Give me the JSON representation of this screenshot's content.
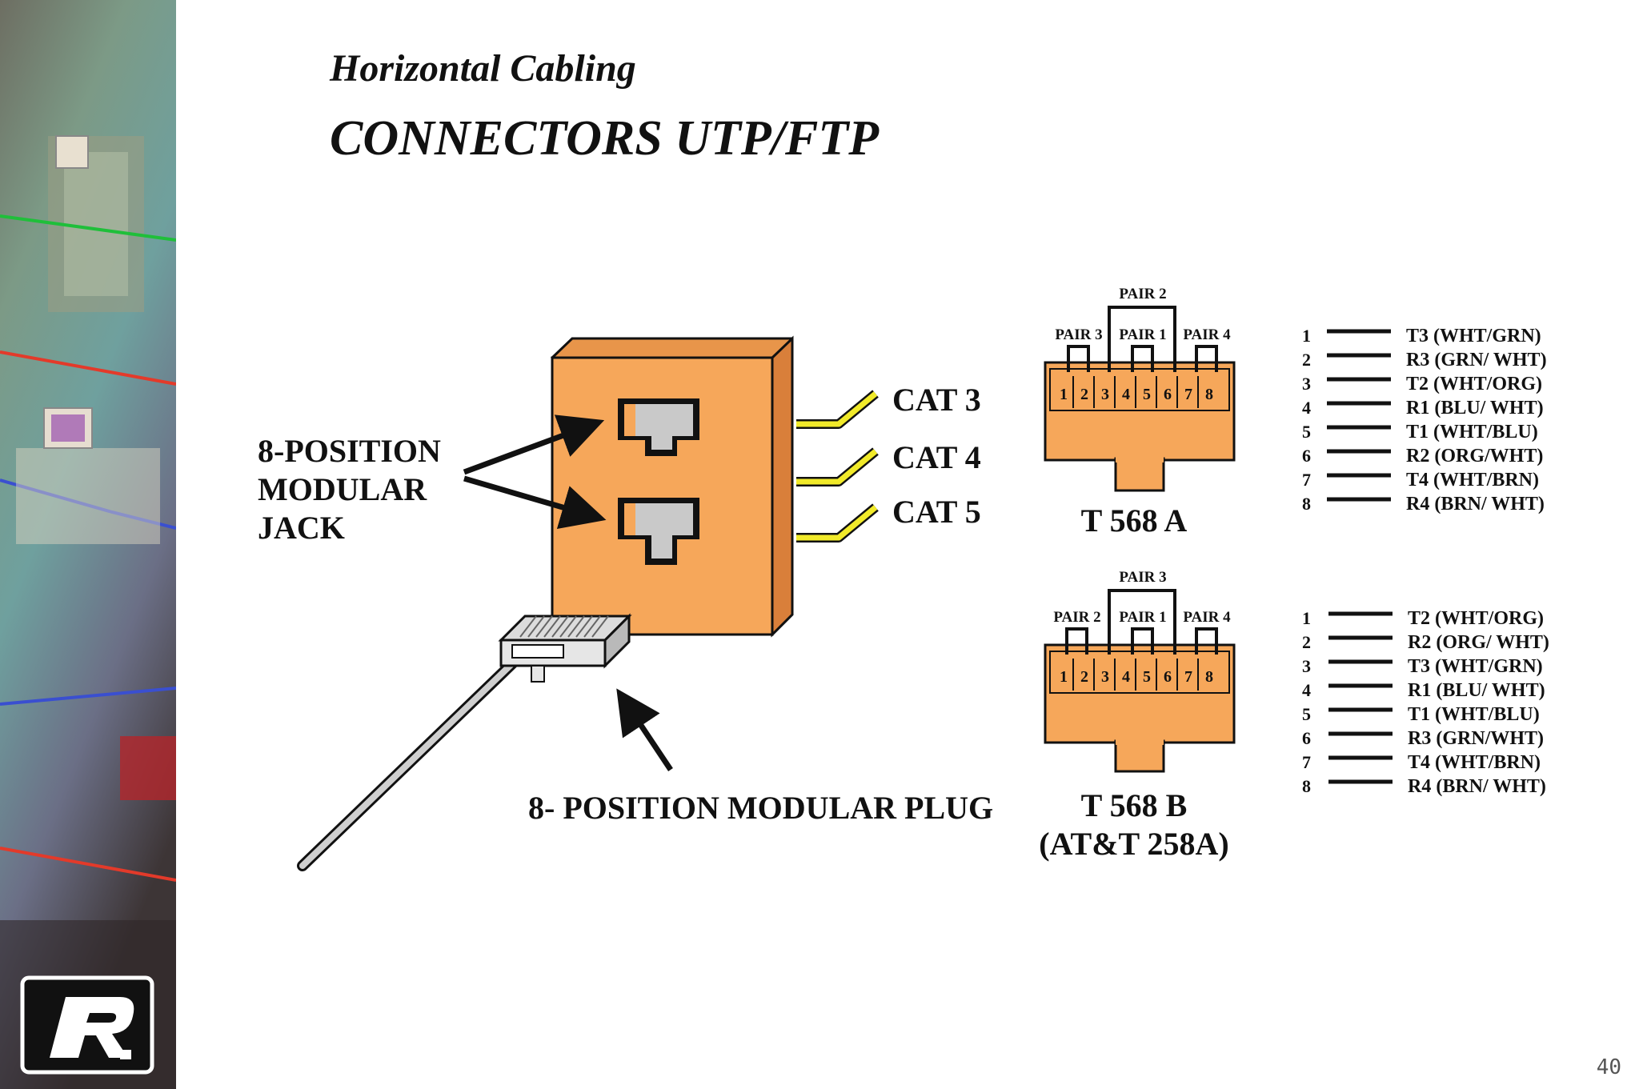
{
  "slide": {
    "subtitle": "Horizontal Cabling",
    "title": "CONNECTORS UTP/FTP",
    "page_number": "40"
  },
  "jack": {
    "label_lines": [
      "8-POSITION",
      "MODULAR",
      "JACK"
    ],
    "categories": [
      "CAT 3",
      "CAT 4",
      "CAT 5"
    ]
  },
  "plug": {
    "label": "8- POSITION MODULAR PLUG"
  },
  "t568a": {
    "name": "T 568 A",
    "pair_top": "PAIR 2",
    "pair_left": "PAIR 3",
    "pair_mid": "PAIR 1",
    "pair_right": "PAIR 4",
    "pins": [
      "1",
      "2",
      "3",
      "4",
      "5",
      "6",
      "7",
      "8"
    ],
    "wiring": [
      {
        "pin": "1",
        "signal": "T3 (WHT/GRN)"
      },
      {
        "pin": "2",
        "signal": "R3 (GRN/ WHT)"
      },
      {
        "pin": "3",
        "signal": "T2 (WHT/ORG)"
      },
      {
        "pin": "4",
        "signal": "R1 (BLU/ WHT)"
      },
      {
        "pin": "5",
        "signal": "T1 (WHT/BLU)"
      },
      {
        "pin": "6",
        "signal": "R2 (ORG/WHT)"
      },
      {
        "pin": "7",
        "signal": "T4 (WHT/BRN)"
      },
      {
        "pin": "8",
        "signal": "R4 (BRN/ WHT)"
      }
    ]
  },
  "t568b": {
    "name": "T 568 B",
    "alias": "(AT&T 258A)",
    "pair_top": "PAIR 3",
    "pair_left": "PAIR 2",
    "pair_mid": "PAIR 1",
    "pair_right": "PAIR 4",
    "pins": [
      "1",
      "2",
      "3",
      "4",
      "5",
      "6",
      "7",
      "8"
    ],
    "wiring": [
      {
        "pin": "1",
        "signal": "T2 (WHT/ORG)"
      },
      {
        "pin": "2",
        "signal": "R2 (ORG/ WHT)"
      },
      {
        "pin": "3",
        "signal": "T3 (WHT/GRN)"
      },
      {
        "pin": "4",
        "signal": "R1 (BLU/ WHT)"
      },
      {
        "pin": "5",
        "signal": "T1 (WHT/BLU)"
      },
      {
        "pin": "6",
        "signal": "R3 (GRN/WHT)"
      },
      {
        "pin": "7",
        "signal": "T4 (WHT/BRN)"
      },
      {
        "pin": "8",
        "signal": "R4 (BRN/ WHT)"
      }
    ]
  },
  "colors": {
    "connector_orange": "#f6a75a",
    "wire_yellow": "#f1ea2a",
    "outline": "#111111"
  },
  "icons": {
    "logo": "r-logo-icon"
  }
}
